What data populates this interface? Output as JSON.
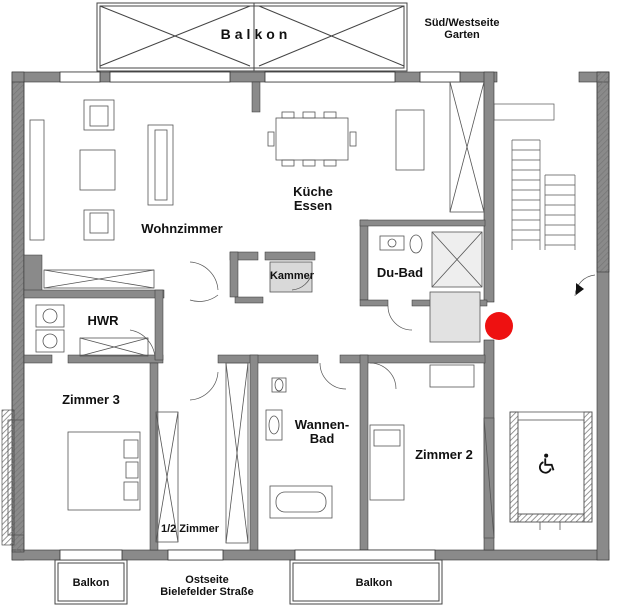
{
  "labels": {
    "balkon_top": "Balkon",
    "orientation": "Süd/Westseite\nGarten",
    "kueche": "Küche\nEssen",
    "wohnzimmer": "Wohnzimmer",
    "kammer": "Kammer",
    "du_bad": "Du-Bad",
    "hwr": "HWR",
    "zimmer3": "Zimmer 3",
    "wannen_bad": "Wannen-\nBad",
    "zimmer2": "Zimmer 2",
    "halbes_zimmer": "1/2 Zimmer",
    "balkon_left": "Balkon",
    "balkon_right": "Balkon",
    "east_side": "Ostseite\nBielefelder Straße"
  },
  "icons": {
    "wheelchair": "wheelchair-icon",
    "position_marker": "location-marker",
    "entrance_arrow": "entrance-arrow-icon"
  },
  "colors": {
    "wall": "#8a8a8a",
    "marker": "#ee1111",
    "floor_grey": "#d9d9d9"
  }
}
